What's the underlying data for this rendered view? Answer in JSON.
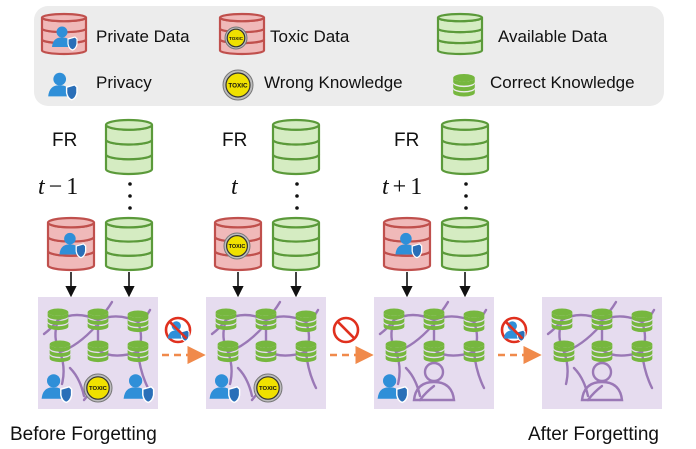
{
  "legend": {
    "items": [
      {
        "key": "private",
        "icon": "private-data-icon",
        "label": "Private Data"
      },
      {
        "key": "toxic",
        "icon": "toxic-data-icon",
        "label": "Toxic Data"
      },
      {
        "key": "available",
        "icon": "available-data-icon",
        "label": "Available Data"
      },
      {
        "key": "privacy",
        "icon": "privacy-icon",
        "label": "Privacy"
      },
      {
        "key": "wrong",
        "icon": "wrong-knowledge-icon",
        "label": "Wrong Knowledge"
      },
      {
        "key": "correct",
        "icon": "correct-knowledge-icon",
        "label": "Correct Knowledge"
      }
    ]
  },
  "toxic_badge_text": "TOXIC",
  "stages": [
    {
      "fr_label": "FR",
      "time_var": "t",
      "time_op": "−",
      "time_num": "1",
      "incoming": "private"
    },
    {
      "fr_label": "FR",
      "time_var": "t",
      "time_op": "",
      "time_num": "",
      "incoming": "toxic"
    },
    {
      "fr_label": "FR",
      "time_var": "t",
      "time_op": "+",
      "time_num": "1",
      "incoming": "private"
    }
  ],
  "model_states": [
    {
      "name": "model-before",
      "privacy_icons": 2,
      "toxic_icons": 1,
      "head": false
    },
    {
      "name": "model-t",
      "privacy_icons": 1,
      "toxic_icons": 1,
      "head": false
    },
    {
      "name": "model-t-plus-1",
      "privacy_icons": 1,
      "toxic_icons": 0,
      "head": true
    },
    {
      "name": "model-after",
      "privacy_icons": 0,
      "toxic_icons": 0,
      "head": true
    }
  ],
  "transitions": [
    {
      "removes": "privacy"
    },
    {
      "removes": "toxic"
    },
    {
      "removes": "privacy"
    }
  ],
  "labels": {
    "before": "Before Forgetting",
    "after": "After Forgetting"
  },
  "colors": {
    "legend_bg": "#ececec",
    "model_bg": "#e6dcef",
    "network_purple": "#9a78b6",
    "private_fill": "#f0b9b9",
    "private_stroke": "#c0504d",
    "available_fill": "#d5ecc2",
    "available_stroke": "#5b9a3a",
    "knowledge_green": "#76b73e",
    "person_blue": "#2f8fd8",
    "toxic_yellow": "#f0e100",
    "forget_arrow": "#f08a4b",
    "forbid_red": "#e0301e"
  }
}
